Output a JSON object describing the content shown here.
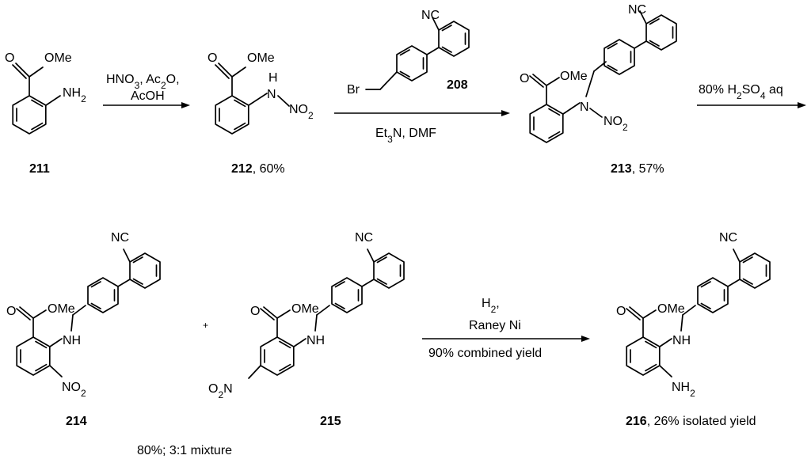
{
  "compounds": {
    "c211": {
      "label": "211",
      "substituents": {
        "carbonyl_o": "O",
        "ester": "OMe",
        "amine": "NH2"
      }
    },
    "c212": {
      "label": "212",
      "yield": ", 60%",
      "substituents": {
        "carbonyl_o": "O",
        "ester": "OMe",
        "nh": "H",
        "n": "N",
        "no2": "NO2"
      }
    },
    "c208": {
      "label": "208",
      "substituents": {
        "nitrile": "NC",
        "bromide": "Br"
      }
    },
    "c213": {
      "label": "213",
      "yield": ", 57%",
      "substituents": {
        "carbonyl_o": "O",
        "ester": "OMe",
        "nitrile": "NC",
        "n": "N",
        "no2": "NO2"
      }
    },
    "c214": {
      "label": "214",
      "substituents": {
        "carbonyl_o": "O",
        "ester": "OMe",
        "nitrile": "NC",
        "nh": "NH",
        "no2": "NO2"
      }
    },
    "c215": {
      "label": "215",
      "substituents": {
        "carbonyl_o": "O",
        "ester": "OMe",
        "nitrile": "NC",
        "nh": "NH",
        "no2": "O2N"
      }
    },
    "c216": {
      "label": "216",
      "yield": ", 26% isolated yield",
      "substituents": {
        "carbonyl_o": "O",
        "ester": "OMe",
        "nitrile": "NC",
        "nh": "NH",
        "amine": "NH2"
      }
    }
  },
  "plus_sign": "+",
  "mixture_note": "80%; 3:1 mixture",
  "reactions": {
    "step1": {
      "reagents": [
        "HNO3, Ac2O,",
        "AcOH"
      ]
    },
    "step2": {
      "below": "Et3N, DMF"
    },
    "step3": {
      "above": "80% H2SO4 aq"
    },
    "step4": {
      "above": [
        "H2,",
        "Raney Ni"
      ],
      "below": "90% combined yield"
    }
  }
}
